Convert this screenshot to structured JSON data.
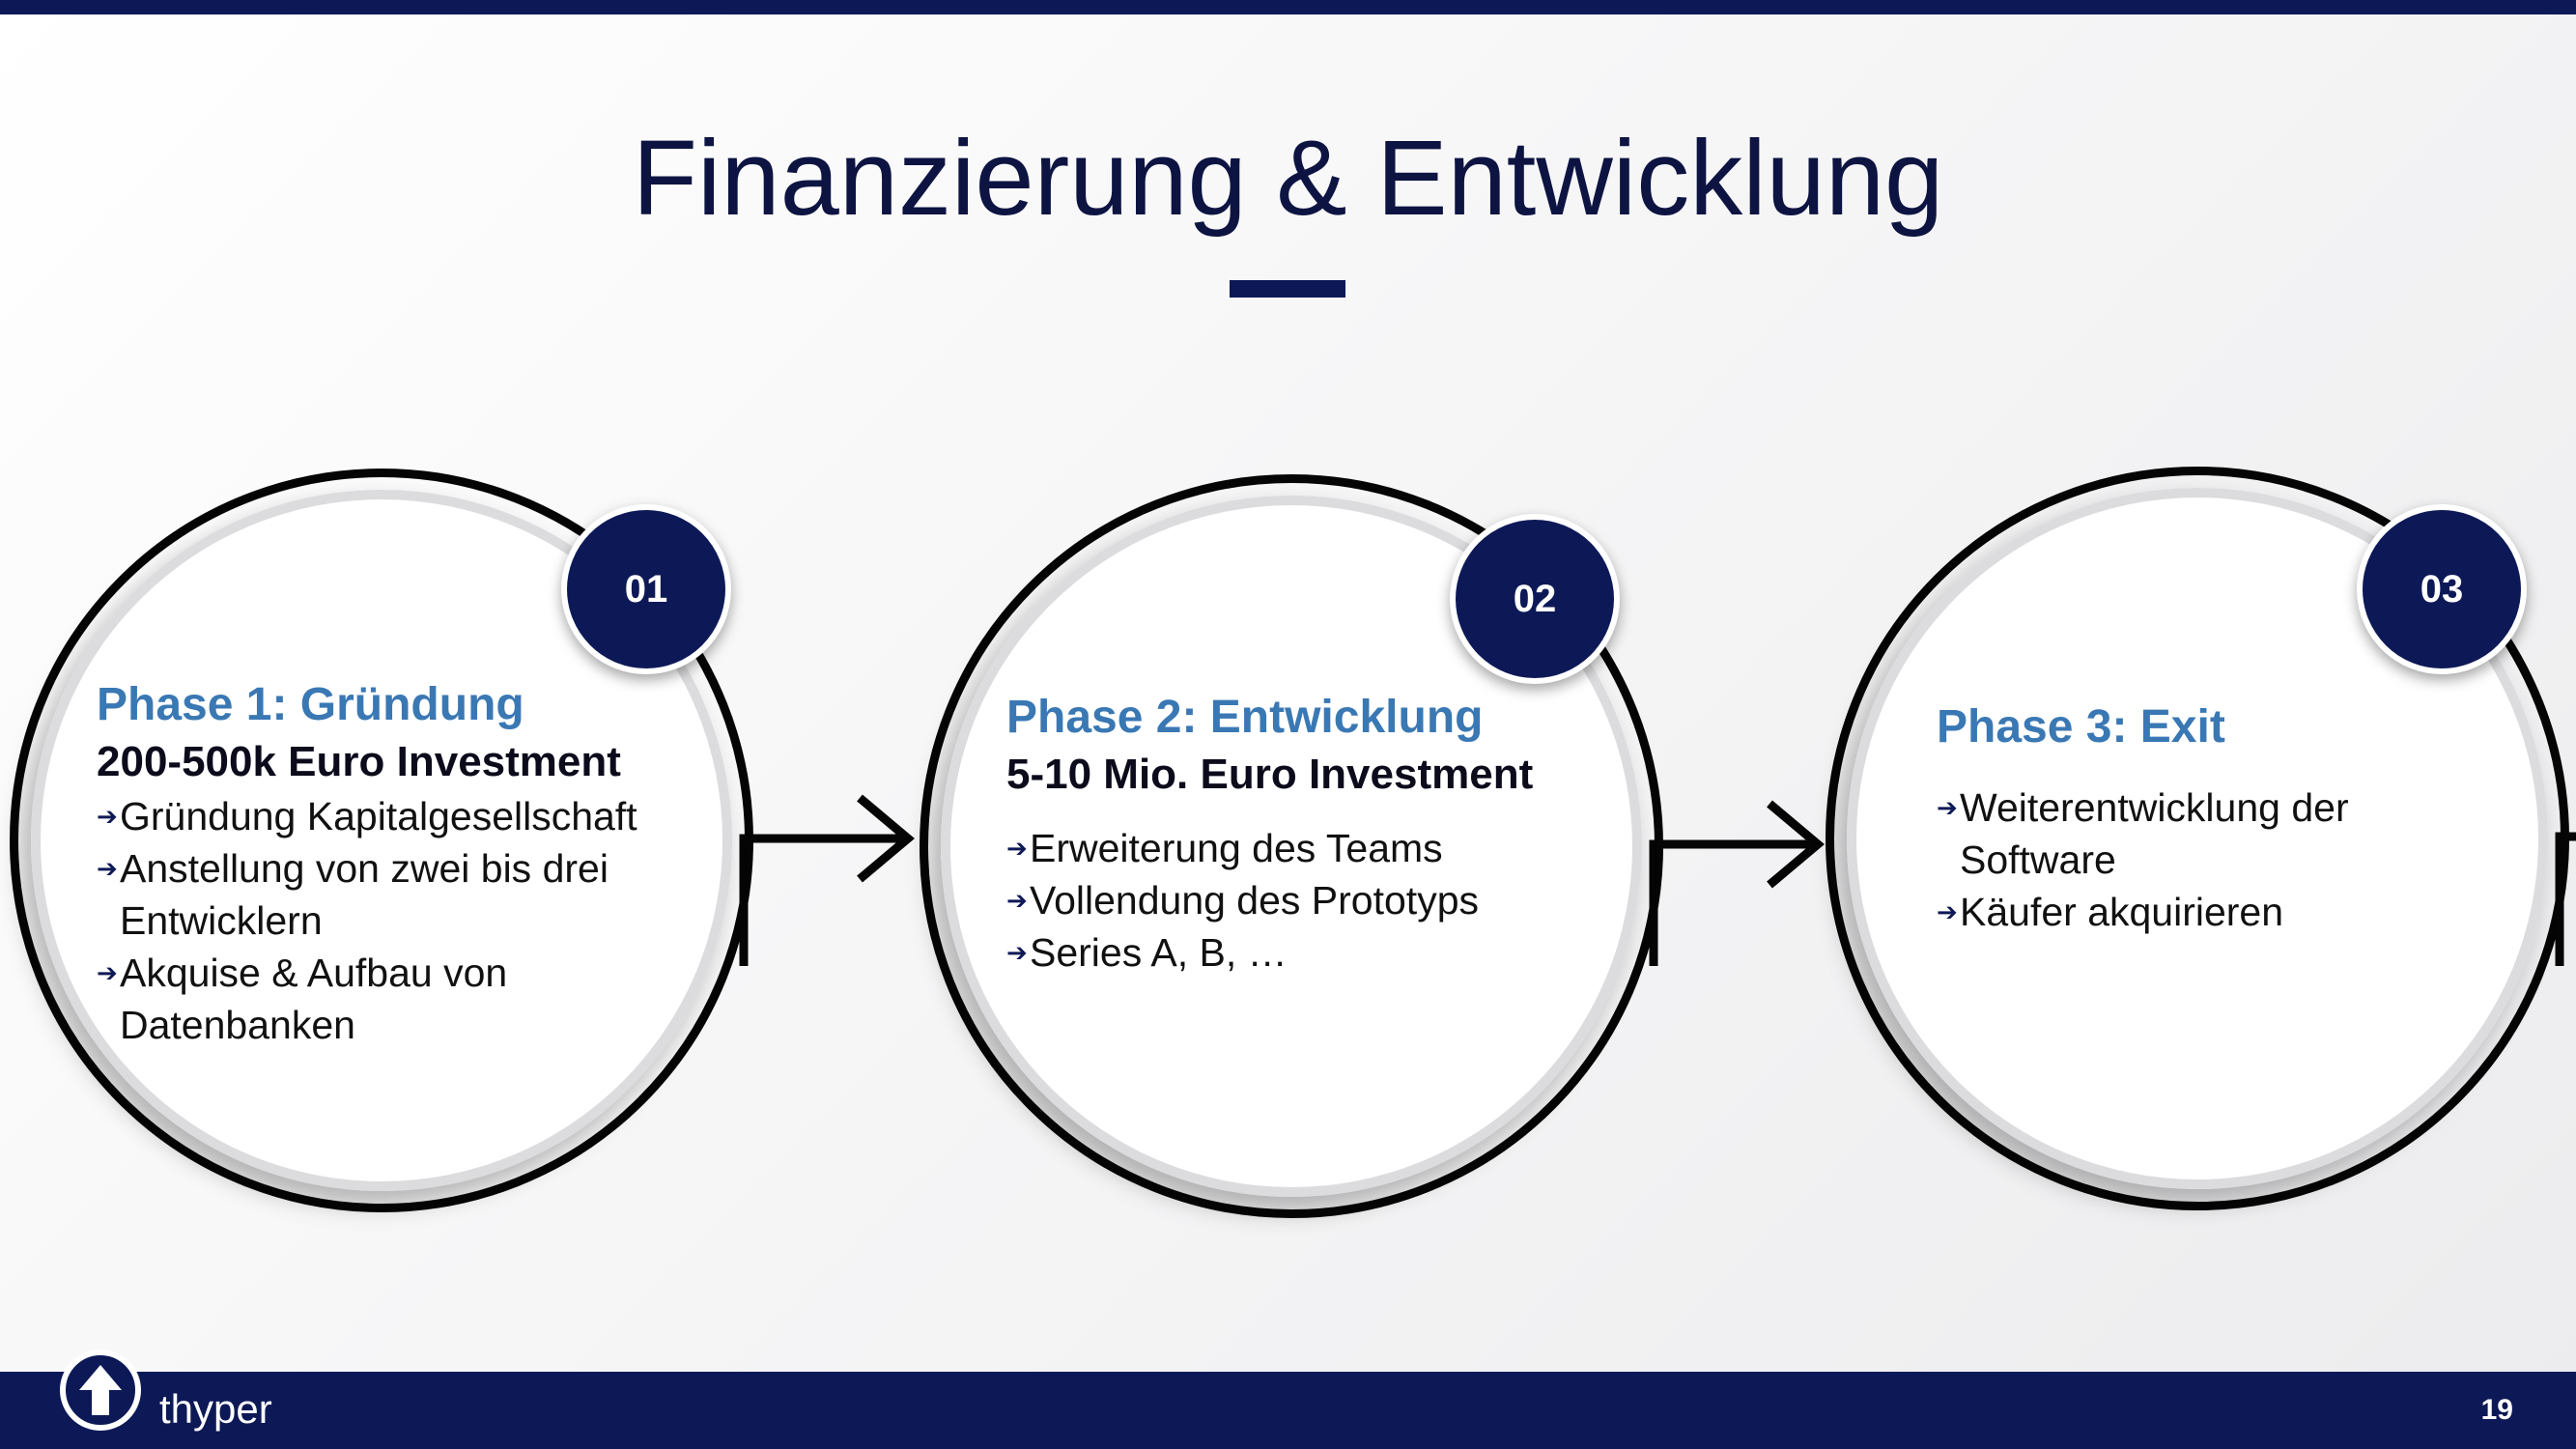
{
  "slide": {
    "title": "Finanzierung & Entwicklung",
    "phases": [
      {
        "number": "01",
        "title": "Phase 1: Gründung",
        "subtitle": "200-500k Euro Investment",
        "bullets": [
          "Gründung Kapitalgesellschaft",
          "Anstellung von zwei bis drei Entwicklern",
          "Akquise & Aufbau von Datenbanken"
        ]
      },
      {
        "number": "02",
        "title": "Phase 2: Entwicklung",
        "subtitle": "5-10 Mio. Euro Investment",
        "bullets": [
          "Erweiterung des Teams",
          "Vollendung des Prototyps",
          "Series A, B, …"
        ]
      },
      {
        "number": "03",
        "title": "Phase 3: Exit",
        "subtitle": "",
        "bullets": [
          "Weiterentwicklung der Software",
          "Käufer akquirieren"
        ]
      }
    ]
  },
  "footer": {
    "brand": "thyper",
    "page_number": "19"
  },
  "icons": {
    "bullet": "arrow-right-icon",
    "logo": "up-arrow-logo-icon"
  },
  "colors": {
    "navy": "#0d1957",
    "phase_title": "#3a78b4"
  }
}
